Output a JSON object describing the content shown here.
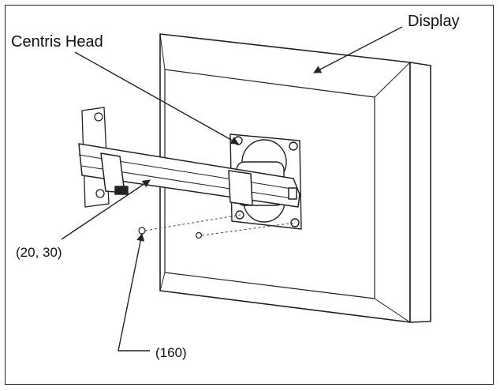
{
  "diagram": {
    "labels": {
      "display": "Display",
      "centris_head": "Centris Head",
      "parts_20_30": "(20, 30)",
      "part_160": "(160)"
    },
    "colors": {
      "line": "#222222",
      "background": "#ffffff"
    }
  }
}
